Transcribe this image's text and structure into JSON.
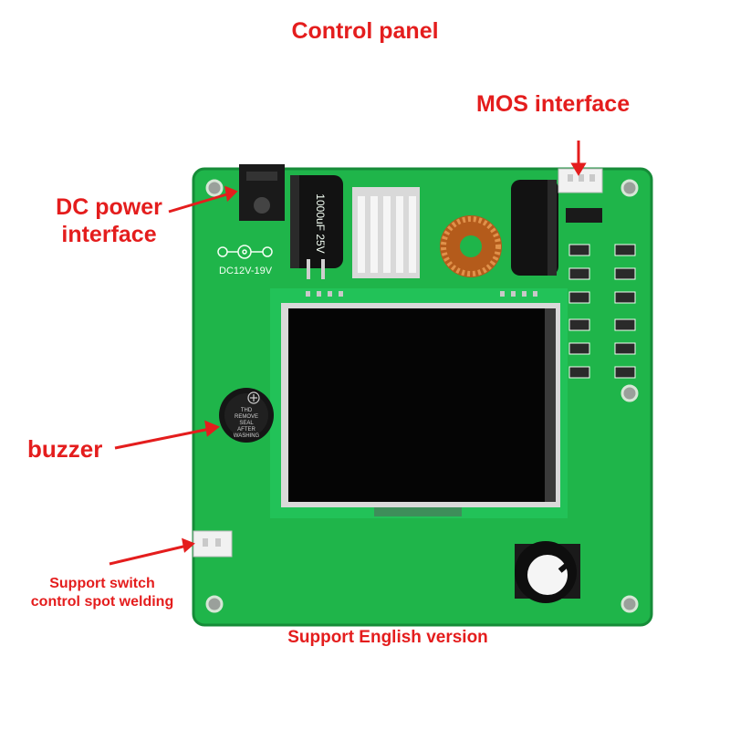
{
  "callouts": {
    "title": "Control panel",
    "mos": "MOS interface",
    "dc_line1": "DC power",
    "dc_line2": "interface",
    "buzzer": "buzzer",
    "switch_line1": "Support switch",
    "switch_line2": "control spot welding",
    "english": "Support English version"
  },
  "board": {
    "voltage_silk": "DC12V-19V",
    "cap_text": "1000uF 25V",
    "buzzer_text": [
      "THD",
      "REMOVE",
      "SEAL",
      "AFTER",
      "WASHING"
    ]
  },
  "colors": {
    "pcb": "#1fb54a",
    "callout": "#e41d1d",
    "screen": "#050505"
  }
}
